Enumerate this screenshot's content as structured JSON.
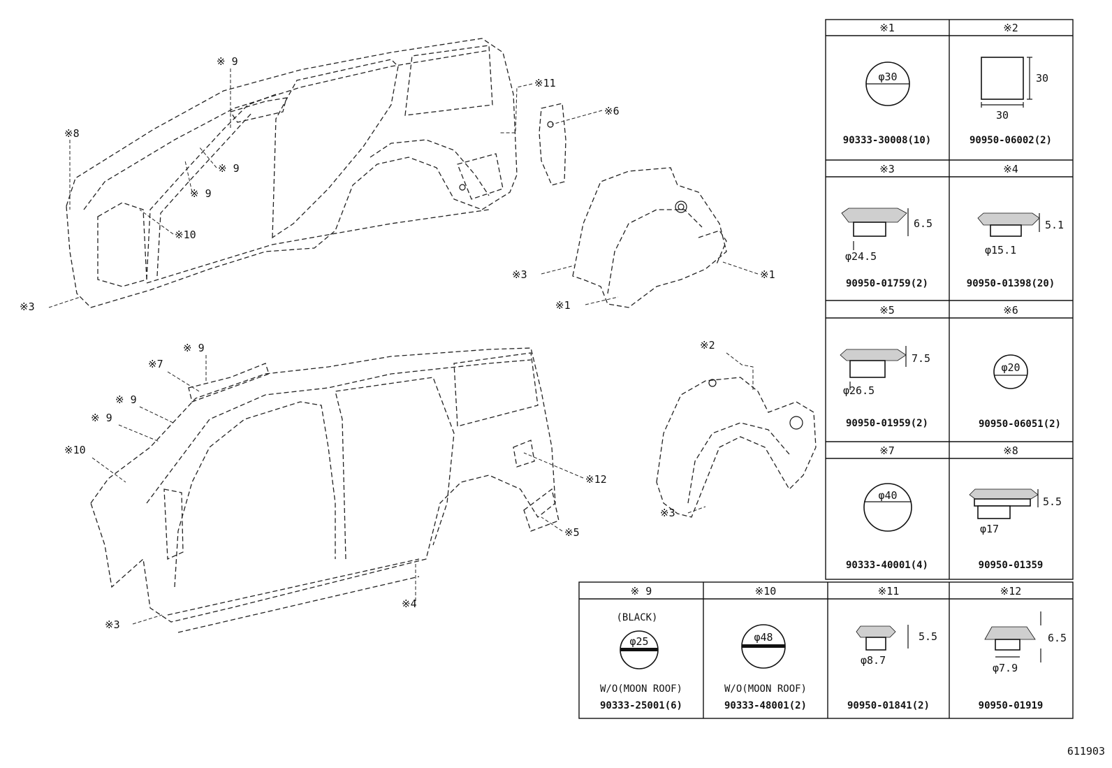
{
  "panel_table": {
    "cells": [
      {
        "header": "※1",
        "part_number": "90333-30008(10)",
        "dims": [
          "φ30"
        ]
      },
      {
        "header": "※2",
        "part_number": "90950-06002(2)",
        "dims": [
          "30",
          "30"
        ]
      },
      {
        "header": "※3",
        "part_number": "90950-01759(2)",
        "dims": [
          "6.5",
          "φ24.5"
        ]
      },
      {
        "header": "※4",
        "part_number": "90950-01398(20)",
        "dims": [
          "5.1",
          "φ15.1"
        ]
      },
      {
        "header": "※5",
        "part_number": "90950-01959(2)",
        "dims": [
          "7.5",
          "φ26.5"
        ]
      },
      {
        "header": "※6",
        "part_number": "90950-06051(2)",
        "dims": [
          "φ20"
        ]
      },
      {
        "header": "※7",
        "part_number": "90333-40001(4)",
        "dims": [
          "φ40"
        ]
      },
      {
        "header": "※8",
        "part_number": "90950-01359",
        "dims": [
          "5.5",
          "φ17"
        ]
      },
      {
        "header": "※ 9",
        "part_number": "90333-25001(6)",
        "dims": [
          "φ25"
        ],
        "note_top": "(BLACK)",
        "note_bottom": "W/O(MOON ROOF)"
      },
      {
        "header": "※10",
        "part_number": "90333-48001(2)",
        "dims": [
          "φ48"
        ],
        "note_bottom": "W/O(MOON ROOF)"
      },
      {
        "header": "※11",
        "part_number": "90950-01841(2)",
        "dims": [
          "5.5",
          "φ8.7"
        ]
      },
      {
        "header": "※12",
        "part_number": "90950-01919",
        "dims": [
          "6.5",
          "φ7.9"
        ]
      }
    ]
  },
  "callouts": {
    "upper_body": [
      "※ 9",
      "※11",
      "※6",
      "※8",
      "※ 9",
      "※ 9",
      "※10",
      "※3",
      "※3",
      "※1",
      "※1"
    ],
    "lower_body": [
      "※ 9",
      "※7",
      "※ 9",
      "※ 9",
      "※10",
      "※12",
      "※5",
      "※4",
      "※3",
      "※2",
      "※3"
    ]
  },
  "figure_id": "611903"
}
